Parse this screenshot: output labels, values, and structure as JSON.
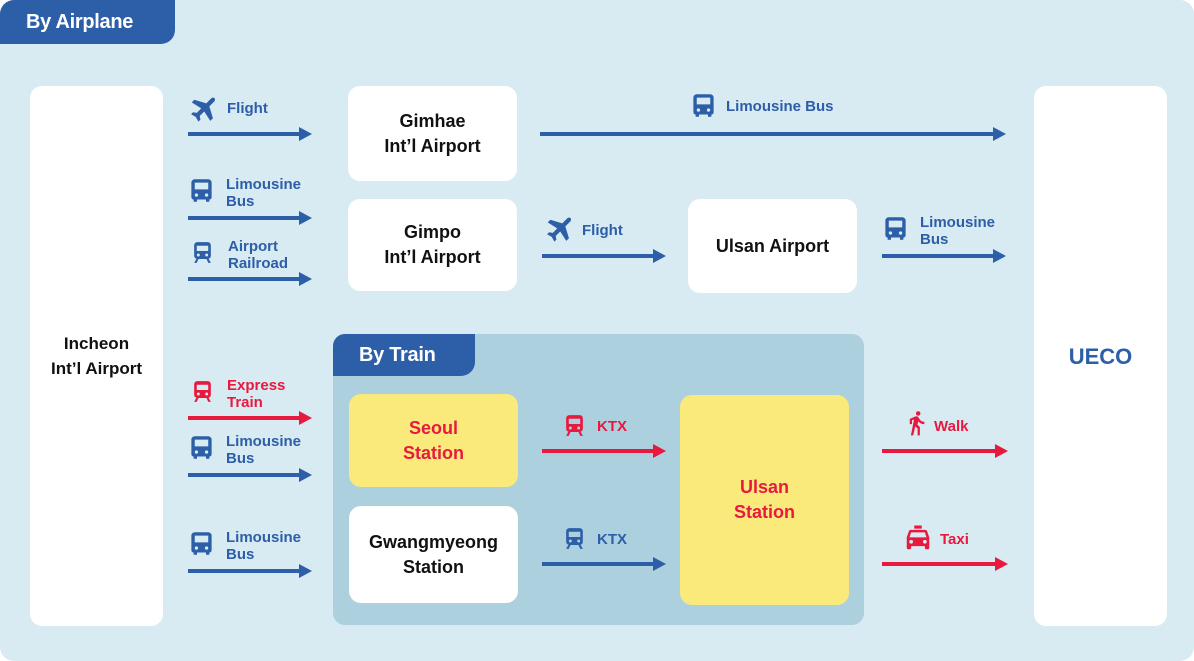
{
  "airplane_tab": "By Airplane",
  "train_tab": "By Train",
  "nodes": {
    "incheon": "Incheon\nInt’l Airport",
    "gimhae": "Gimhae\nInt’l Airport",
    "gimpo": "Gimpo\nInt’l Airport",
    "ulsan_airport": "Ulsan Airport",
    "seoul_station": "Seoul\nStation",
    "gwangmyeong_station": "Gwangmyeong\nStation",
    "ulsan_station": "Ulsan\nStation",
    "ueco": "UECO"
  },
  "modes": {
    "flight_incheon_gimhae": "Flight",
    "bus_gimhae_ueco": "Limousine Bus",
    "bus_incheon_gimpo": "Limousine\nBus",
    "railroad_incheon_gimpo": "Airport\nRailroad",
    "flight_gimpo_ulsan": "Flight",
    "bus_ulsan_airport_ueco": "Limousine\nBus",
    "express_train": "Express\nTrain",
    "bus_incheon_seoul": "Limousine\nBus",
    "bus_incheon_gwangmyeong": "Limousine\nBus",
    "ktx_seoul": "KTX",
    "ktx_gwangmyeong": "KTX",
    "walk": "Walk",
    "taxi": "Taxi"
  },
  "icons": {
    "flight": "airplane-icon",
    "bus": "bus-icon",
    "train": "train-icon",
    "walk": "walk-icon",
    "taxi": "taxi-icon"
  },
  "colors": {
    "blue": "#2d5ea8",
    "red": "#e8193f",
    "panel": "#d8eaf2",
    "train_panel": "#acd0de",
    "station_yellow": "#f9ea7b"
  }
}
